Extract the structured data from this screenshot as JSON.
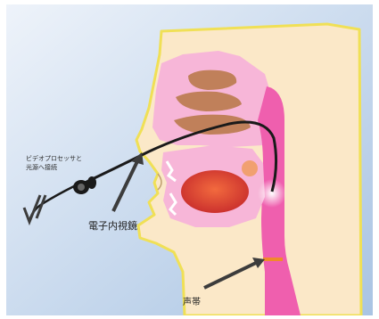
{
  "labels": {
    "processor_note_line1": "ビデオプロセッサと",
    "processor_note_line2": "光源へ接続",
    "endoscope": "電子内視鏡",
    "vocal_cords": "声帯"
  },
  "colors": {
    "background_gradient_start": "#eef3fa",
    "background_gradient_end": "#a9c4e3",
    "head_fill": "#fbe8c8",
    "head_outline": "#f0e056",
    "airway": "#ef5fae",
    "cavity": "#f7b6d8",
    "turbinate": "#c0805a",
    "tongue": "#dc3c33",
    "scope_tube": "#1a1a1a",
    "arrow": "#3c3c3c"
  }
}
